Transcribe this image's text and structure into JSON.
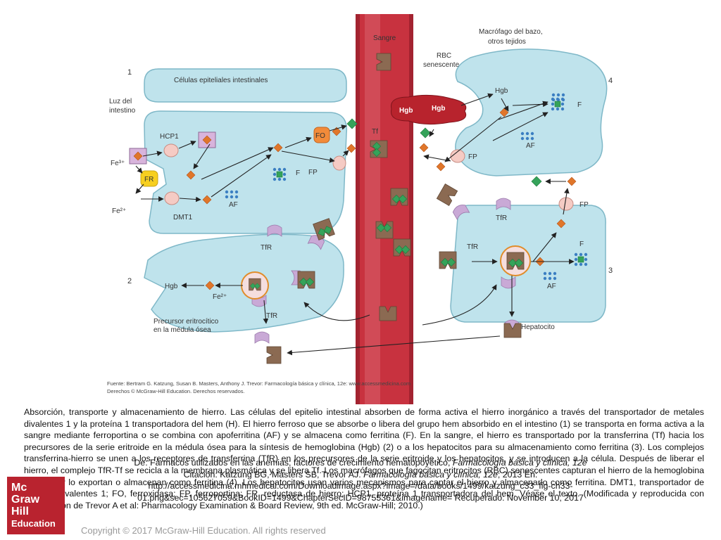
{
  "figure": {
    "labels": {
      "sangre": "Sangre",
      "macrofago_l1": "Macrófago del bazo,",
      "macrofago_l2": "otros tejidos",
      "rbc_l1": "RBC",
      "rbc_l2": "senescente",
      "celulas_epiteliales": "Células epiteliales intestinales",
      "luz_l1": "Luz del",
      "luz_l2": "intestino",
      "num1": "1",
      "num2": "2",
      "num3": "3",
      "num4": "4",
      "hcp1": "HCP1",
      "fo": "FO",
      "tf": "Tf",
      "hgb_rbc_1": "Hgb",
      "hgb_rbc_2": "Hgb",
      "hgb_mac": "Hgb",
      "f_mac": "F",
      "af_mac": "AF",
      "fp_mac": "FP",
      "fe3": "Fe³⁺",
      "fr": "FR",
      "fe2": "Fe²⁺",
      "dmt1": "DMT1",
      "af_int": "AF",
      "f_int": "F",
      "fp_int": "FP",
      "fp_hep": "FP",
      "tfr_hep_top": "TfR",
      "tfr_hep_mid": "TfR",
      "f_hep": "F",
      "af_hep": "AF",
      "hepatocito": "Hepatocito",
      "tfr_ery_top": "TfR",
      "hgb_ery": "Hgb",
      "fe2_ery": "Fe²⁺",
      "tfr_ery_bottom": "TfR",
      "precursor_l1": "Precursor eritrocítico",
      "precursor_l2": "en la médula ósea"
    },
    "source_l1": "Fuente: Bertram G. Katzung, Susan B. Masters, Anthony J. Trevor: Farmacología básica y clínica, 12e: www.accessmedicina.com",
    "source_l2": "Derechos © McGraw-Hill Education. Derechos reservados."
  },
  "caption": "Absorción, transporte y almacenamiento de hierro. Las células del epitelio intestinal absorben de forma activa el hierro inorgánico a través del transportador de metales divalentes 1 y la proteína 1 transportadora del hem (H). El hierro ferroso que se absorbe o libera del grupo hem absorbido en el intestino (1) se transporta en forma activa a la sangre mediante ferroportina o se combina con apoferritina (AF) y se almacena como ferritina (F). En la sangre, el hierro es transportado por la transferrina (Tf) hacia los precursores de la serie eritroide en la médula ósea para la síntesis de hemoglobina (Hgb) (2) o a los hepatocitos para su almacenamiento como ferritina (3). Los complejos transferrina-hierro se unen a los receptores de transferrina (TfR) en los precursores de la serie eritroide y los hepatocitos, y se introducen a la célula. Después de liberar el hierro, el complejo TfR-Tf se recicla a la membrana plasmática y se libera Tf. Los macrófagos que fagocitan eritrocitos (RBC) senescentes capturan el hierro de la hemoglobina de éstos y lo exportan o almacenan como ferritina (4). Los hepatocitos usan varios mecanismos para captar el hierro y almacenarlo como ferritina. DMT1, transportador de metales divalentes 1; FO, ferroxidasa; FP, ferroportina; FR, reductasa de hierro; HCP1, proteína 1 transportadora del hem. Véase el texto. (Modificada y reproducida con autorización de Trevor A et al: Pharmacology Examination & Board Review, 9th ed. McGraw-Hill; 2010.)",
  "citation": {
    "line1_a": "De: Fármacos utilizados en las anemias; factores de crecimiento hematopoyético, ",
    "line1_b": "Farmacología básica y clínica, 12e",
    "line2_a": "Citación: Katzung BG, Masters SB, Trevor AJ. ",
    "line2_b": "Farmacología básica y clínica, 12e",
    "line2_c": "; 2013 En:",
    "line3": "http://accessmedicina.mhmedical.com/Downloadimage.aspx?image=/data/books/1499/katzung_c33_fig-ch33-",
    "line4": "01.png&sec=105627059&BookID=1499&ChapterSecID=98755361&imagename= Recuperado: November 10, 2017"
  },
  "logo": {
    "l1": "Mc",
    "l2": "Graw",
    "l3": "Hill",
    "l4": "Education"
  },
  "copyright": "Copyright © 2017 McGraw-Hill Education. All rights reserved",
  "colors": {
    "cell_fill": "#bfe3ec",
    "cell_stroke": "#7fb8c8",
    "vessel": "#c8323f",
    "vessel_light": "#d9616b",
    "iron": "#e0762a",
    "heme_box": "#d8b4dc",
    "receptor": "#c9a9d6",
    "green": "#35a35a",
    "blue_dot": "#3b7fc2",
    "tf_brown": "#8b6a52",
    "fr_yellow": "#f7cf1f",
    "logo_red": "#b9232f"
  }
}
